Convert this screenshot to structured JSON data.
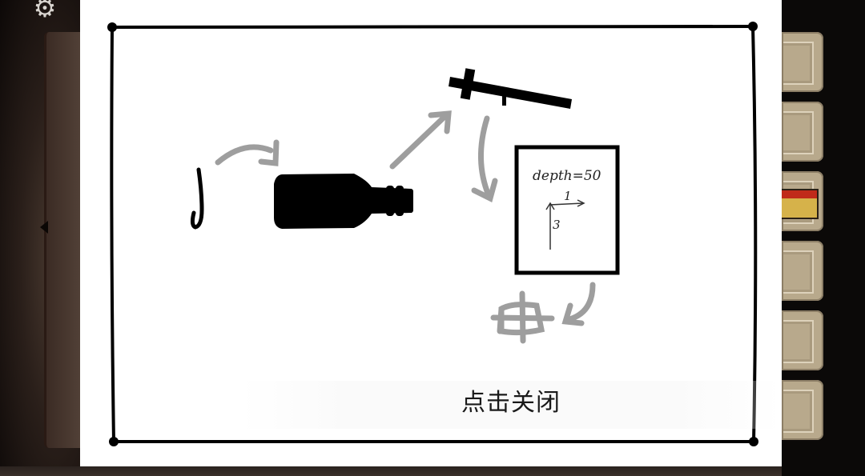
{
  "overlay": {
    "close_label": "点击关闭",
    "note_text": "depth=50",
    "x_step": "1",
    "y_step": "3"
  },
  "icons": {
    "settings": "gear-icon",
    "back": "left-arrow-icon"
  },
  "inventory": {
    "slots": [
      {
        "item": ""
      },
      {
        "item": ""
      },
      {
        "item": "red-yellow-box"
      },
      {
        "item": ""
      },
      {
        "item": ""
      },
      {
        "item": ""
      }
    ]
  },
  "colors": {
    "ink": "#000000",
    "arrow": "#9e9e9e",
    "paper": "#ffffff",
    "slot": "#b8a98c"
  }
}
